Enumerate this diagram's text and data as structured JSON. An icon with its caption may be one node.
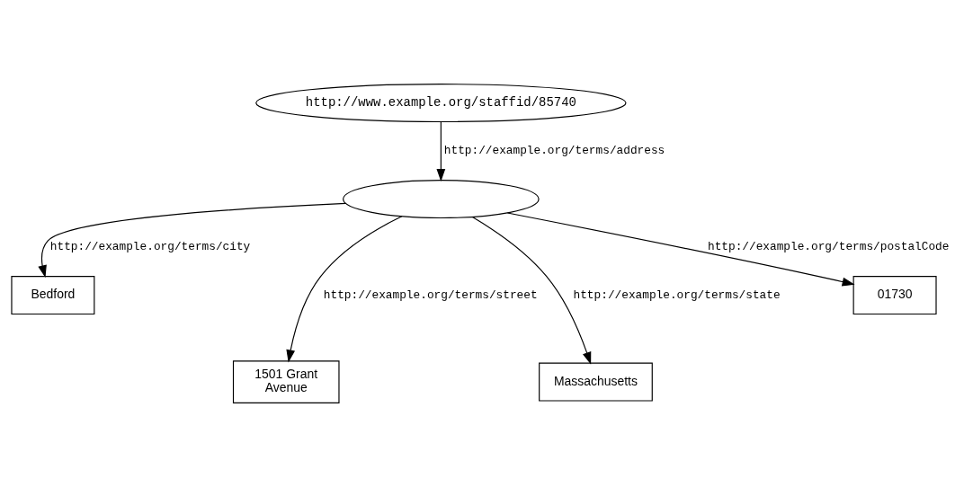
{
  "diagram": {
    "nodes": [
      {
        "text": [
          "http://www.example.org/staffid/85740"
        ]
      },
      {
        "text": [],
        "shape": "ellipse"
      },
      {
        "text": [
          "Bedford"
        ]
      },
      {
        "text": [
          "01730"
        ]
      },
      {
        "text": [
          "1501 Grant Avenue"
        ]
      },
      {
        "text": [
          "Massachusetts"
        ]
      }
    ],
    "edges": [
      {
        "from": 0,
        "to": 1,
        "arrow": "to",
        "label": "http://example.org/terms/address"
      },
      {
        "from": 1,
        "to": 2,
        "arrow": "to",
        "label": "http://example.org/terms/city"
      },
      {
        "from": 1,
        "to": 4,
        "arrow": "to",
        "label": "http://example.org/terms/street"
      },
      {
        "from": 1,
        "to": 5,
        "arrow": "to",
        "label": "http://example.org/terms/state"
      },
      {
        "from": 1,
        "to": 3,
        "arrow": "to",
        "label": "http://example.org/terms/postalCode"
      }
    ]
  }
}
